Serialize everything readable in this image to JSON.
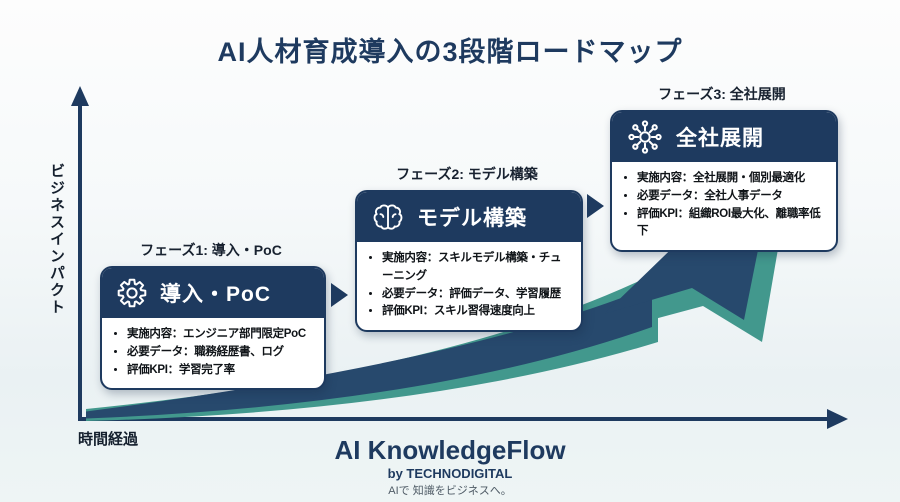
{
  "title": "AI人材育成導入の3段階ロードマップ",
  "axes": {
    "y_label": "ビジネスインパクト",
    "x_label": "時間経過"
  },
  "cards": [
    {
      "phase_label": "フェーズ1: 導入・PoC",
      "icon": "gear-icon",
      "title": "導入・PoC",
      "bullets": [
        "実施内容：エンジニア部門限定PoC",
        "必要データ：職務経歴書、ログ",
        "評価KPI：学習完了率"
      ]
    },
    {
      "phase_label": "フェーズ2: モデル構築",
      "icon": "brain-icon",
      "title": "モデル構築",
      "bullets": [
        "実施内容：スキルモデル構築・チューニング",
        "必要データ：評価データ、学習履歴",
        "評価KPI：スキル習得速度向上"
      ]
    },
    {
      "phase_label": "フェーズ3: 全社展開",
      "icon": "network-icon",
      "title": "全社展開",
      "bullets": [
        "実施内容：全社展開・個別最適化",
        "必要データ：全社人事データ",
        "評価KPI：組織ROI最大化、離職率低下"
      ]
    }
  ],
  "footer": {
    "brand": "AI KnowledgeFlow",
    "byline": "by TECHNODIGITAL",
    "tagline": "AIで 知識をビジネスへ。"
  },
  "colors": {
    "navy": "#1e3a5f",
    "arrow_navy": "#27496d",
    "teal": "#42988d",
    "background_top": "#fdfdfd",
    "background_bottom": "#eef5f5"
  }
}
